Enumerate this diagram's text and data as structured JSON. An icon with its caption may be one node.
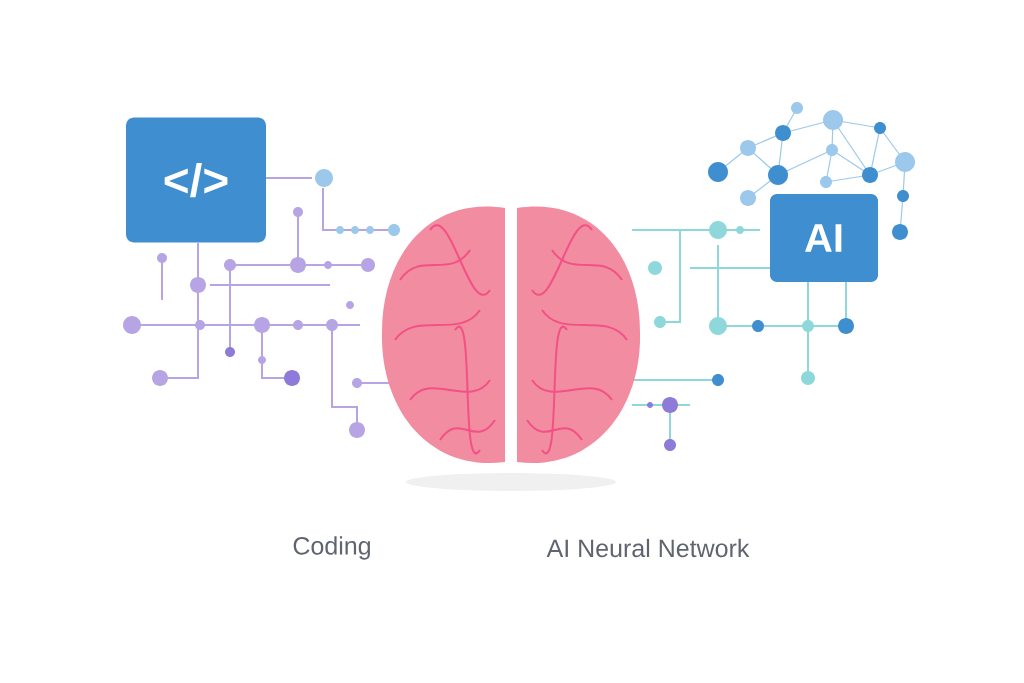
{
  "diagram": {
    "nodes": [
      {
        "text": [
          "</>"
        ]
      },
      {
        "text": [],
        "shape": "picture"
      },
      {
        "text": [
          "AI"
        ]
      }
    ],
    "labels": [
      "Coding",
      "AI Neural Network"
    ]
  }
}
